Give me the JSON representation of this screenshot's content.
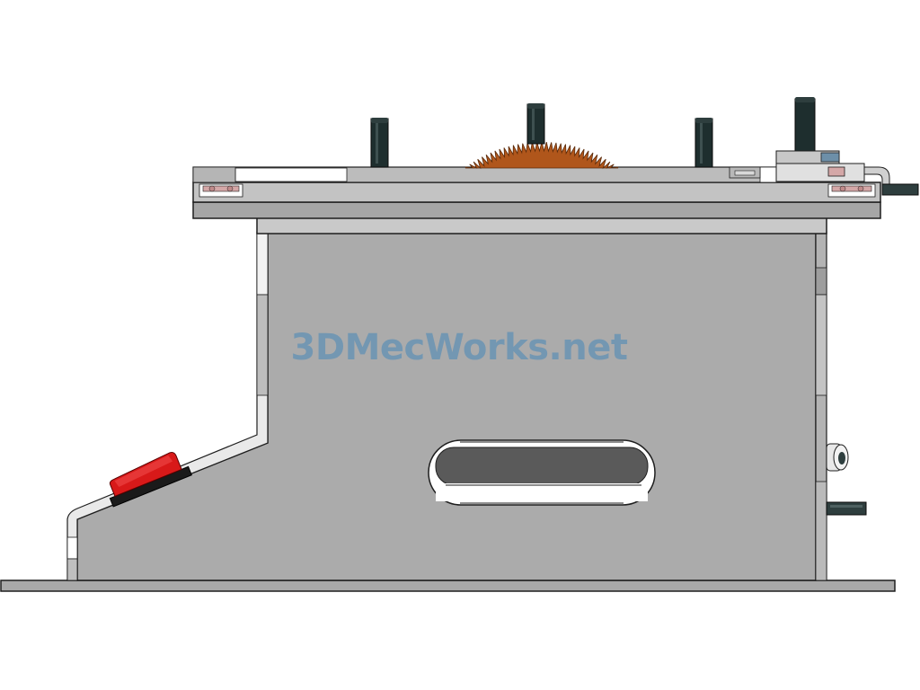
{
  "watermark": {
    "text": "3DMecWorks.net",
    "color": "#6a94b4",
    "opacity": 0.85
  },
  "colors": {
    "background": "#ffffff",
    "body_gray": "#aaaaaa",
    "body_gray_light": "#bfbfbf",
    "outline": "#1e1e1e",
    "blade_orange": "#b0561b",
    "switch_red": "#d81919",
    "post_dark": "#1e2e2e",
    "knob_pink": "#d4a7a7"
  },
  "parts": {
    "saw_blade": "saw-blade",
    "power_switch": "rocker-switch",
    "fence_posts": "fence-post",
    "slot": "vent-slot"
  }
}
